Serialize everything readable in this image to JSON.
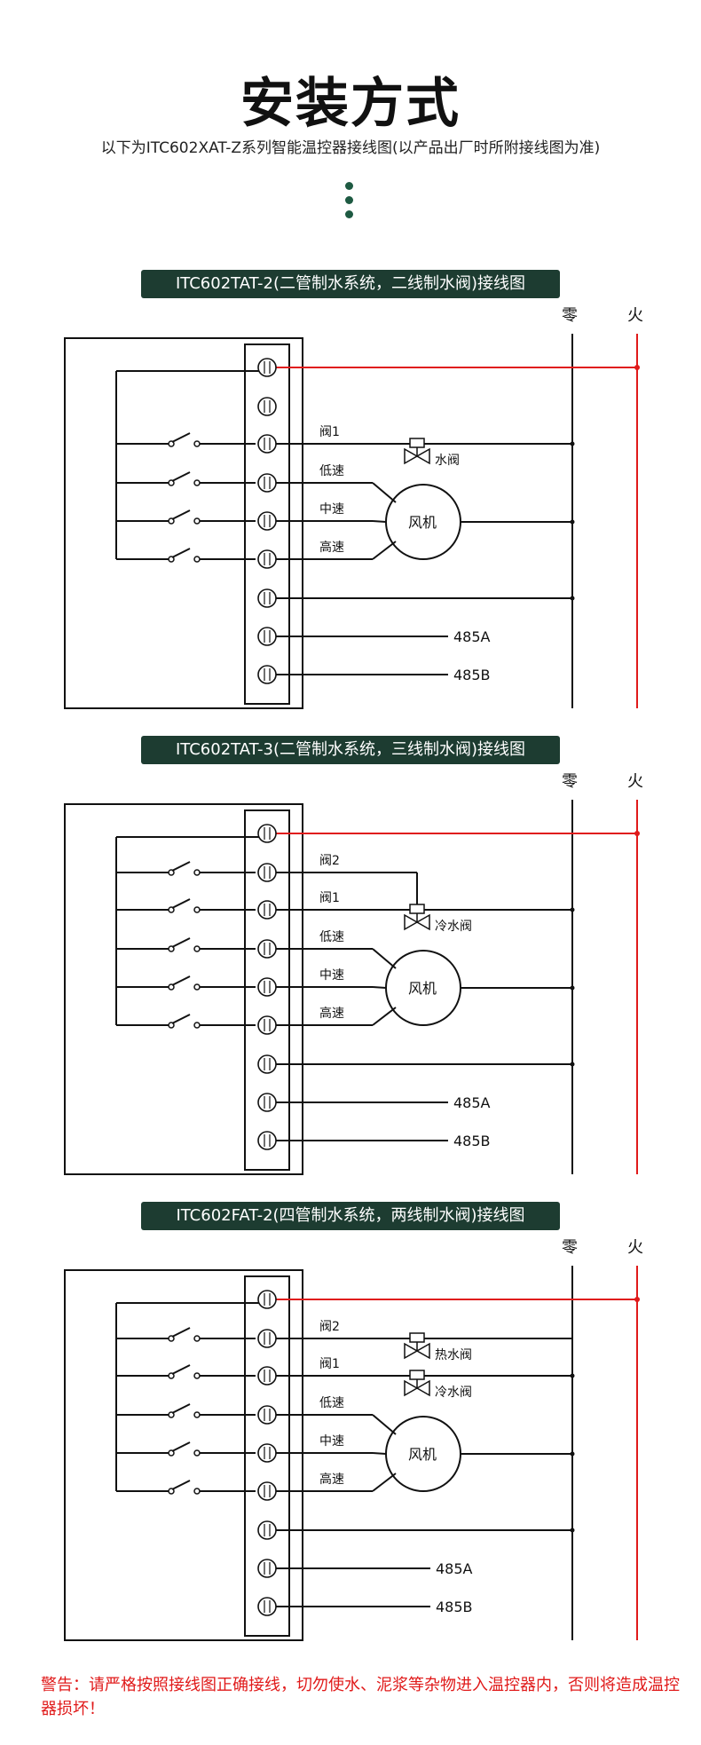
{
  "header": {
    "title": "安装方式",
    "subtitle": "以下为ITC602XAT-Z系列智能温控器接线图(以产品出厂时所附接线图为准)"
  },
  "colors": {
    "accent": "#1d3c31",
    "live_wire": "#e01a1a",
    "line": "#111111"
  },
  "diagrams": [
    {
      "title": "ITC602TAT-2(二管制水系统，二线制水阀)接线图",
      "neutral_label": "零",
      "live_label": "火",
      "valve_labels": [
        "阀1"
      ],
      "valve_names": [
        "水阀"
      ],
      "speed_labels": [
        "低速",
        "中速",
        "高速"
      ],
      "fan_label": "风机",
      "bus_labels": [
        "485A",
        "485B"
      ]
    },
    {
      "title": "ITC602TAT-3(二管制水系统，三线制水阀)接线图",
      "neutral_label": "零",
      "live_label": "火",
      "valve_labels": [
        "阀2",
        "阀1"
      ],
      "valve_names": [
        "冷水阀"
      ],
      "speed_labels": [
        "低速",
        "中速",
        "高速"
      ],
      "fan_label": "风机",
      "bus_labels": [
        "485A",
        "485B"
      ]
    },
    {
      "title": "ITC602FAT-2(四管制水系统，两线制水阀)接线图",
      "neutral_label": "零",
      "live_label": "火",
      "valve_labels": [
        "阀2",
        "阀1"
      ],
      "valve_names": [
        "热水阀",
        "冷水阀"
      ],
      "speed_labels": [
        "低速",
        "中速",
        "高速"
      ],
      "fan_label": "风机",
      "bus_labels": [
        "485A",
        "485B"
      ]
    }
  ],
  "warning": "警告：请严格按照接线图正确接线，切勿使水、泥浆等杂物进入温控器内，否则将造成温控器损坏！"
}
